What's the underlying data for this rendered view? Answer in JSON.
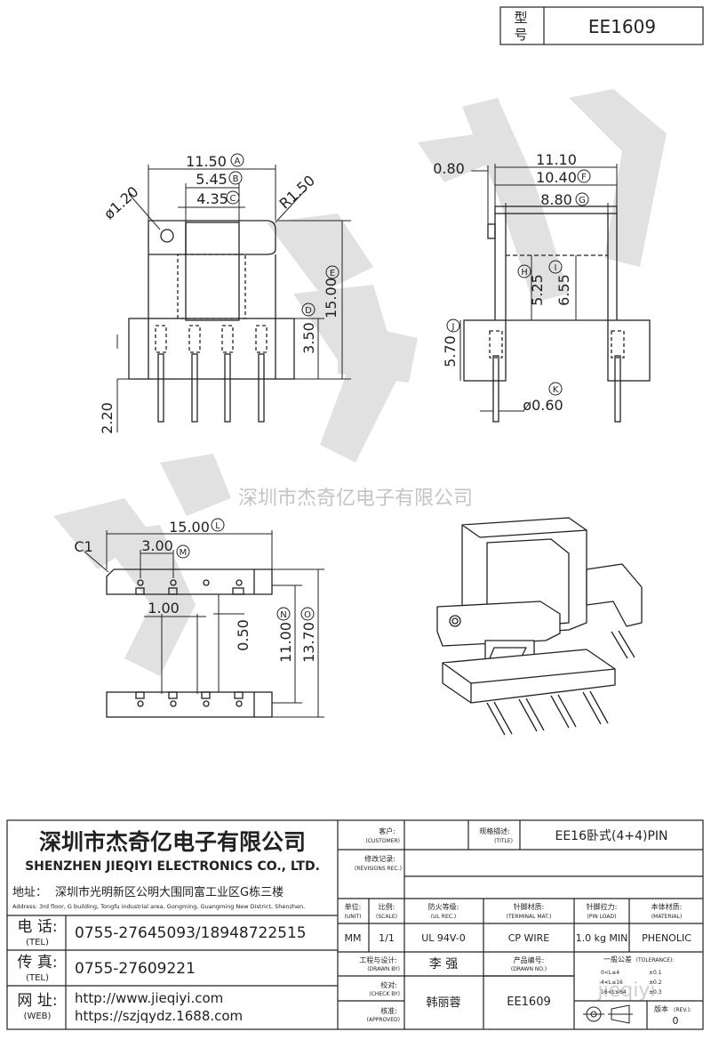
{
  "header": {
    "type_label_1": "型",
    "type_label_2": "号",
    "model": "EE1609"
  },
  "watermark": {
    "text": "深圳市杰奇亿电子有限公司",
    "logo_text": "jieqiyi"
  },
  "front_view": {
    "width_a": "11.50",
    "marker_a": "A",
    "width_b": "5.45",
    "marker_b": "B",
    "width_c": "4.35",
    "marker_c": "C",
    "hole": "ø1.20",
    "radius": "R1.50",
    "height_e": "15.00",
    "marker_e": "E",
    "height_d": "3.50",
    "marker_d": "D",
    "pin_len": "2.20"
  },
  "side_view": {
    "offset": "0.80",
    "width_total": "11.10",
    "width_f": "10.40",
    "marker_f": "F",
    "width_g": "8.80",
    "marker_g": "G",
    "h_h": "5.25",
    "marker_h": "H",
    "h_i": "6.55",
    "marker_i": "I",
    "h_j": "5.70",
    "marker_j": "J",
    "pin_dia": "ø0.60",
    "marker_k": "K"
  },
  "bottom_view": {
    "chamfer": "C1",
    "length_l": "15.00",
    "marker_l": "L",
    "pitch_m": "3.00",
    "marker_m": "M",
    "offset_small": "1.00",
    "gap": "0.50",
    "span_n": "11.00",
    "marker_n": "N",
    "span_o": "13.70",
    "marker_o": "O"
  },
  "company": {
    "name_cn": "深圳市杰奇亿电子有限公司",
    "name_en": "SHENZHEN JIEQIYI ELECTRONICS CO., LTD.",
    "address_label": "地址：",
    "address_cn": "深圳市光明新区公明大围同富工业区G栋三楼",
    "address_en": "Address: 3rd floor, G building, Tongfu industrial area, Gongming, Guangming New District, Shenzhen.",
    "tel_label": "电 话:",
    "tel_label_en": "(TEL)",
    "tel": "0755-27645093/18948722515",
    "fax_label": "传 真:",
    "fax_label_en": "(TEL)",
    "fax": "0755-27609221",
    "web_label": "网 址:",
    "web_label_en": "(WEB)",
    "web1": "http://www.jieqiyi.com",
    "web2": "https://szjqydz.1688.com"
  },
  "title_block": {
    "customer_cn": "客户:",
    "customer_en": "(CUSTOMER)",
    "spec_cn": "规格描述:",
    "spec_en": "(TITLE)",
    "spec_value": "EE16卧式(4+4)PIN",
    "revision_cn": "修改记录:",
    "revision_en": "(REVISIONS REC.)",
    "unit_cn": "单位:",
    "unit_en": "(UNIT)",
    "unit_value": "MM",
    "scale_cn": "比例:",
    "scale_en": "(SCALE)",
    "scale_value": "1/1",
    "ul_cn": "防火等级:",
    "ul_en": "(UL REC.)",
    "ul_value": "UL 94V-0",
    "terminal_cn": "针脚材质:",
    "terminal_en": "(TERMINAL MAT.)",
    "terminal_value": "CP WIRE",
    "pinload_cn": "针脚拉力:",
    "pinload_en": "(PIN LOAD)",
    "pinload_value": "1.0 kg MIN",
    "material_cn": "本体材质:",
    "material_en": "(MATERIAL)",
    "material_value": "PHENOLIC",
    "drawn_cn": "工程与设计:",
    "drawn_en": "(DRAWN BY)",
    "drawn_value": "李 强",
    "drawno_cn": "产品编号:",
    "drawno_en": "(DRAWN NO.)",
    "drawno_value": "EE1609",
    "check_cn": "校对:",
    "check_en": "(CHECK BY)",
    "check_value": "韩丽蓉",
    "approved_cn": "核准:",
    "approved_en": "(APPROVED)",
    "tolerance_cn": "一般公差",
    "tolerance_en": "(TOLERANCE):",
    "tol1_range": "0<L≤4",
    "tol1_value": "±0.1",
    "tol2_range": "4<L≤16",
    "tol2_value": "±0.2",
    "tol3_range": "16<L≤64",
    "tol3_value": "±0.3",
    "rev_cn": "版本",
    "rev_en": "(REV.):",
    "rev_value": "0"
  },
  "colors": {
    "line": "#222222",
    "watermark": "#d9d9d9",
    "watermark_text": "#c4c4c4"
  }
}
